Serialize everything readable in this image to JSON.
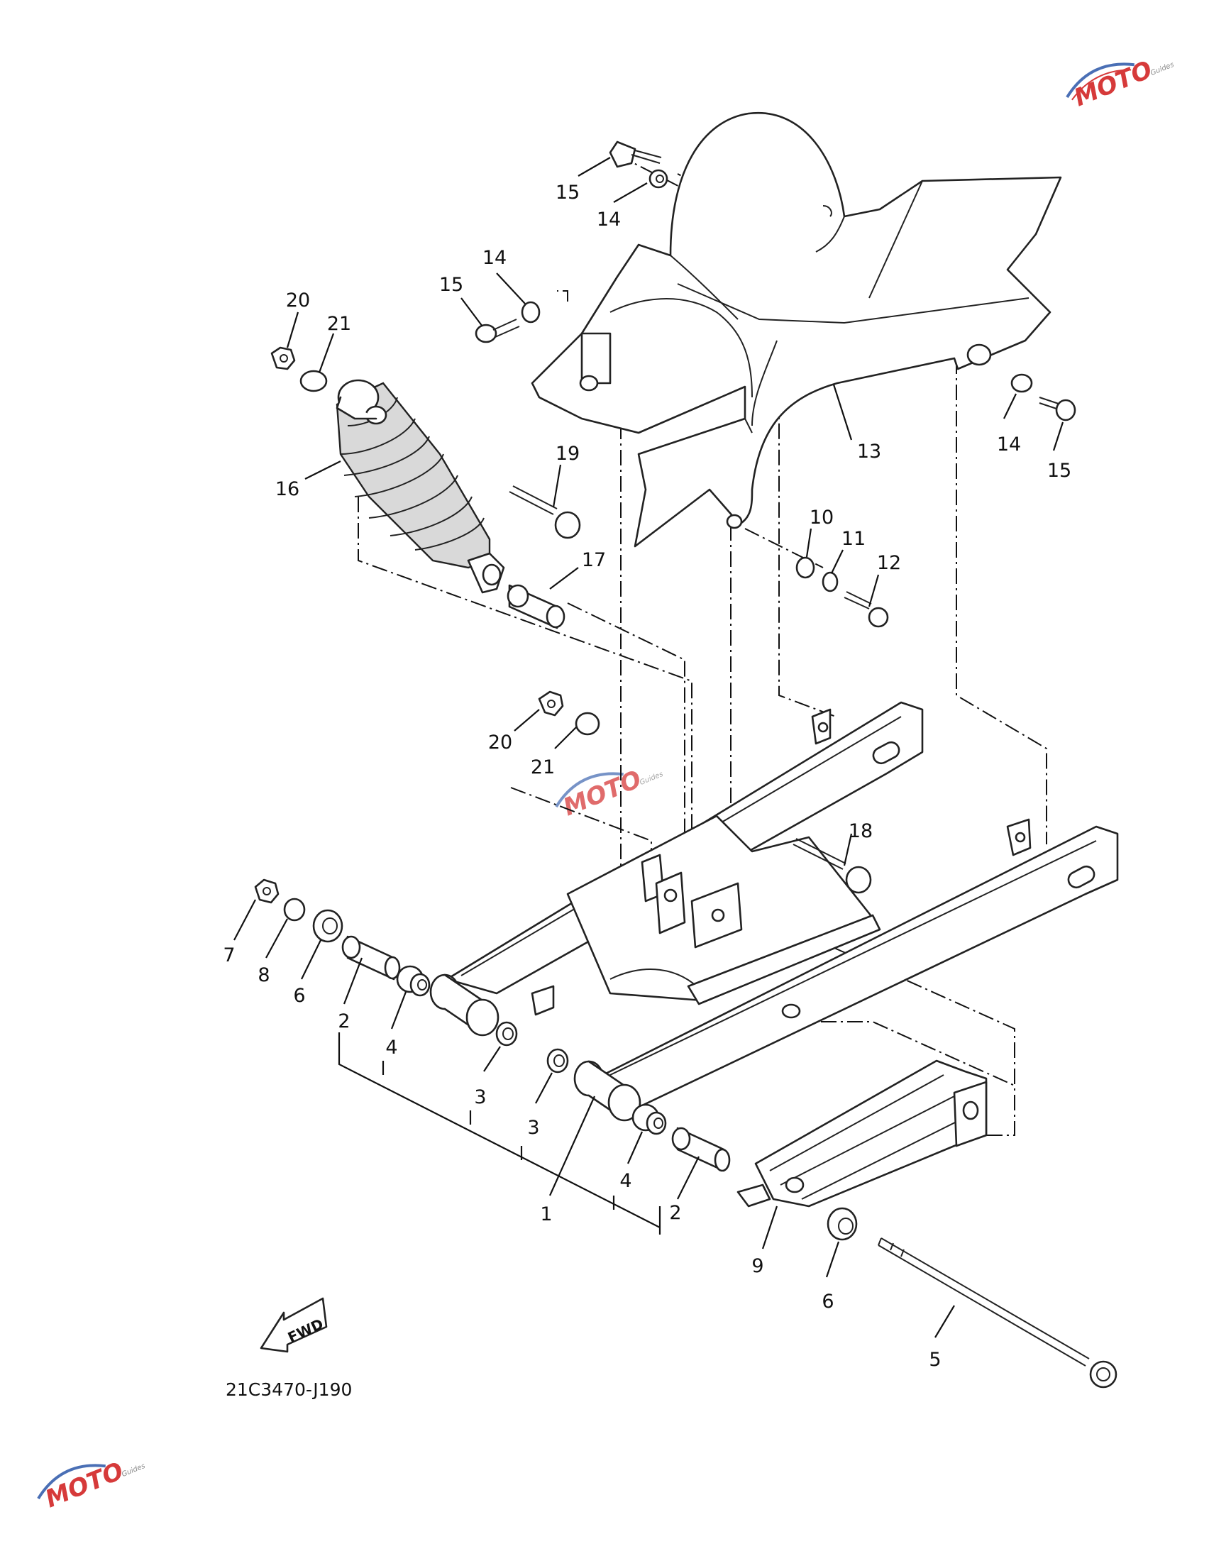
{
  "diagram": {
    "drawing_code": "21C3470-J190",
    "direction_label": "FWD",
    "callouts": {
      "c1": "1",
      "c2a": "2",
      "c2b": "2",
      "c3a": "3",
      "c3b": "3",
      "c4a": "4",
      "c4b": "4",
      "c5": "5",
      "c6a": "6",
      "c6b": "6",
      "c7": "7",
      "c8": "8",
      "c9": "9",
      "c10": "10",
      "c11": "11",
      "c12": "12",
      "c13": "13",
      "c14a": "14",
      "c14b": "14",
      "c14c": "14",
      "c15a": "15",
      "c15b": "15",
      "c15c": "15",
      "c16": "16",
      "c17": "17",
      "c18": "18",
      "c19": "19",
      "c20a": "20",
      "c20b": "20",
      "c21a": "21",
      "c21b": "21"
    }
  },
  "watermark": {
    "logo_text": "MOTO",
    "sub_text": "Guides",
    "brand_color": "#d63a3a",
    "accent_color": "#4a6fb5"
  }
}
